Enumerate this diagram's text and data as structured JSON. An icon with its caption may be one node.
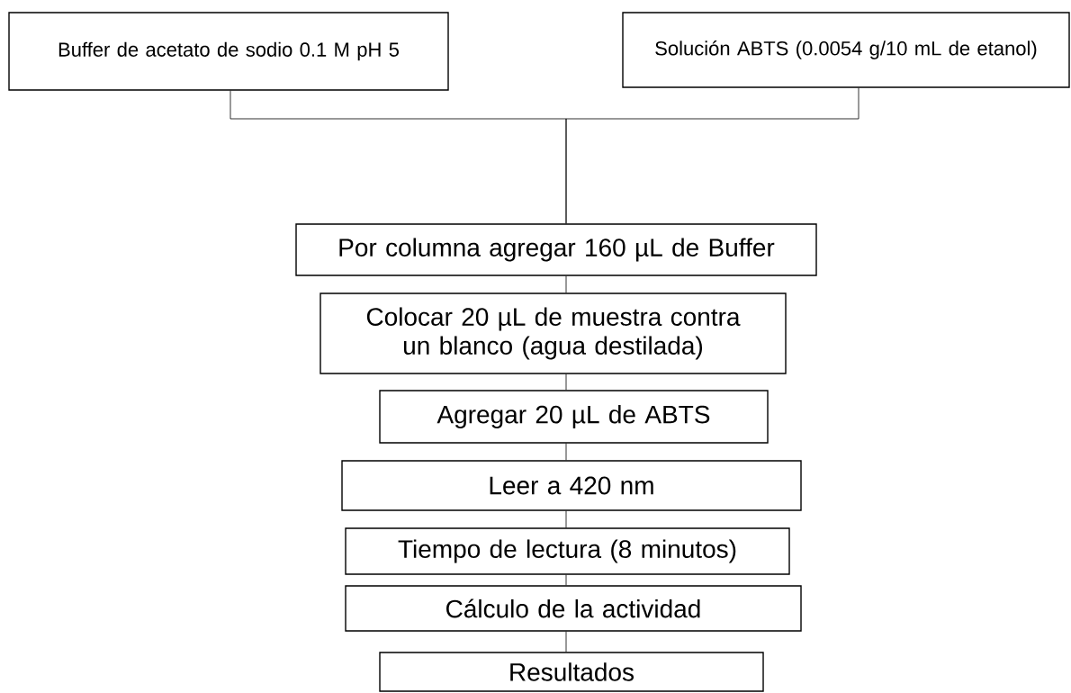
{
  "diagram": {
    "nodes": [
      {
        "text": [
          "Buffer de acetato de sodio 0.1 M pH 5"
        ]
      },
      {
        "text": [
          "Solución ABTS (0.0054 g/10 mL de etanol)"
        ]
      },
      {
        "text": [
          "Por columna agregar 160 µL de Buffer"
        ]
      },
      {
        "text": [
          "Colocar 20 µL de muestra contra un blanco (agua destilada)"
        ]
      },
      {
        "text": [
          "Agregar 20 µL de ABTS"
        ]
      },
      {
        "text": [
          "Leer a 420 nm"
        ]
      },
      {
        "text": [
          "Tiempo de lectura (8 minutos)"
        ]
      },
      {
        "text": [
          "Cálculo de la actividad"
        ]
      },
      {
        "text": [
          "Resultados"
        ]
      }
    ],
    "edges": [
      {
        "from": 0,
        "to": 2,
        "arrow": "none"
      },
      {
        "from": 1,
        "to": 2,
        "arrow": "none"
      },
      {
        "from": 2,
        "to": 3,
        "arrow": "none"
      },
      {
        "from": 3,
        "to": 4,
        "arrow": "none"
      },
      {
        "from": 4,
        "to": 5,
        "arrow": "none"
      },
      {
        "from": 5,
        "to": 6,
        "arrow": "none"
      },
      {
        "from": 6,
        "to": 7,
        "arrow": "none"
      },
      {
        "from": 7,
        "to": 8,
        "arrow": "none"
      }
    ]
  }
}
